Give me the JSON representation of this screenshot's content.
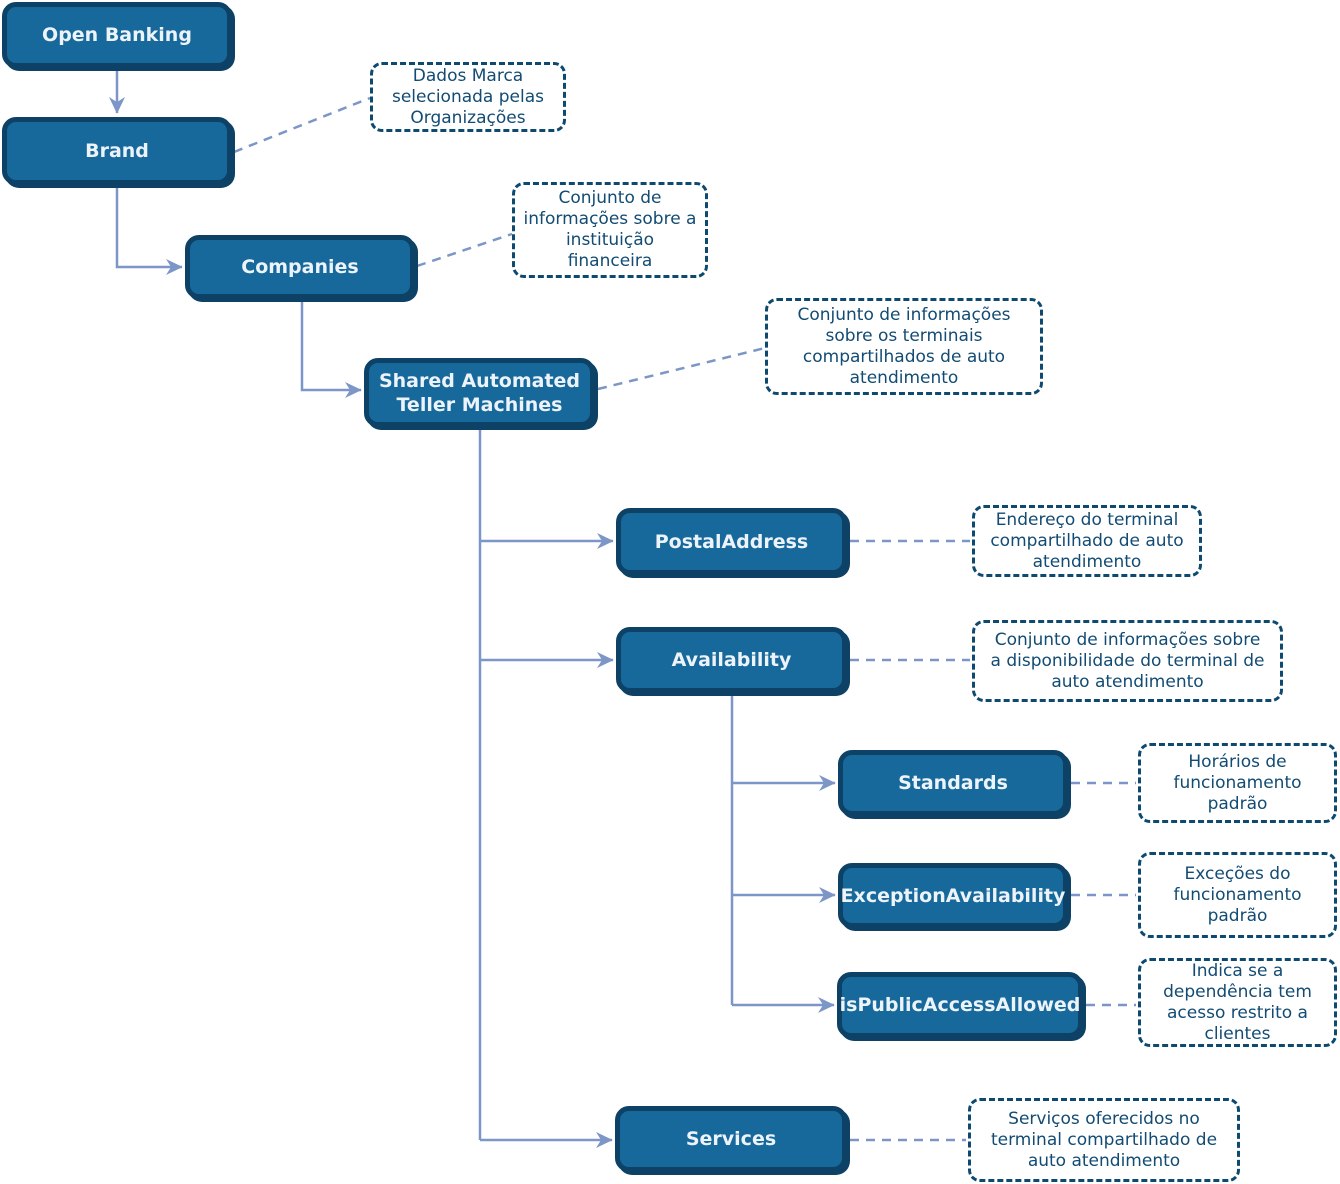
{
  "diagram": {
    "type": "hierarchy-tree",
    "subject": "Open Banking - Shared Automated Teller Machines data structure",
    "colors": {
      "node_fill": "#17699B",
      "node_border": "#0D4266",
      "node_text": "#EDF3FA",
      "annotation_border": "#0E4A6F",
      "annotation_text": "#124B73",
      "connector": "#7D96C8",
      "background": "#FFFFFF"
    },
    "nodes": {
      "open_banking": {
        "label": "Open Banking"
      },
      "brand": {
        "label": "Brand"
      },
      "companies": {
        "label": "Companies"
      },
      "shared_atm": {
        "label": "Shared Automated\nTeller Machines"
      },
      "postal_address": {
        "label": "PostalAddress"
      },
      "availability": {
        "label": "Availability"
      },
      "standards": {
        "label": "Standards"
      },
      "exception_availability": {
        "label": "ExceptionAvailability"
      },
      "is_public_access_allowed": {
        "label": "isPublicAccessAllowed"
      },
      "services": {
        "label": "Services"
      }
    },
    "annotations": {
      "brand": {
        "text": "Dados Marca\nselecionada pelas\nOrganizações"
      },
      "companies": {
        "text": "Conjunto de\ninformações sobre a\ninstituição\nfinanceira"
      },
      "shared_atm": {
        "text": "Conjunto de informações\nsobre os terminais\ncompartilhados de auto\natendimento"
      },
      "postal_address": {
        "text": "Endereço do terminal\ncompartilhado de auto\natendimento"
      },
      "availability": {
        "text": "Conjunto de informações sobre\na disponibilidade do terminal de\nauto atendimento"
      },
      "standards": {
        "text": "Horários de\nfuncionamento\npadrão"
      },
      "exception_availability": {
        "text": "Exceções do\nfuncionamento\npadrão"
      },
      "is_public_access_allowed": {
        "text": "Indica se a\ndependência tem\nacesso restrito a\nclientes"
      },
      "services": {
        "text": "Serviços oferecidos no\nterminal compartilhado de\nauto atendimento"
      }
    },
    "edges": [
      "Open Banking → Brand",
      "Brand → Companies",
      "Companies → Shared Automated Teller Machines",
      "Shared Automated Teller Machines → PostalAddress",
      "Shared Automated Teller Machines → Availability",
      "Shared Automated Teller Machines → Services",
      "Availability → Standards",
      "Availability → ExceptionAvailability",
      "Availability → isPublicAccessAllowed"
    ]
  }
}
